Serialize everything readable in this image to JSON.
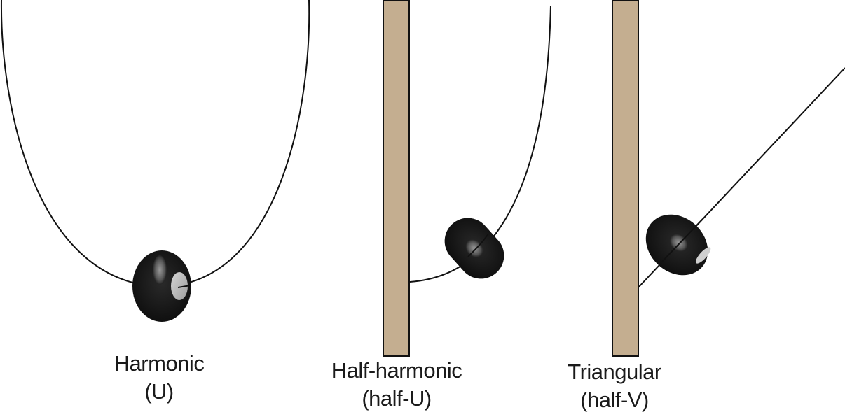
{
  "diagram": {
    "colors": {
      "background": "#ffffff",
      "curve": "#111111",
      "wall_fill": "#c4ae90",
      "wall_border": "#111111",
      "bead": "#111111",
      "bead_highlight": "#8a8a8a",
      "bead_window": "#b9b9b9"
    },
    "panels": [
      {
        "id": "harmonic",
        "title": "Harmonic",
        "subtitle": "(U)",
        "potential_shape": "U-shaped curve",
        "has_wall": false
      },
      {
        "id": "half-harmonic",
        "title": "Half-harmonic",
        "subtitle": "(half-U)",
        "potential_shape": "half U-shaped curve against wall",
        "has_wall": true
      },
      {
        "id": "triangular",
        "title": "Triangular",
        "subtitle": "(half-V)",
        "potential_shape": "straight line against wall",
        "has_wall": true
      }
    ]
  }
}
